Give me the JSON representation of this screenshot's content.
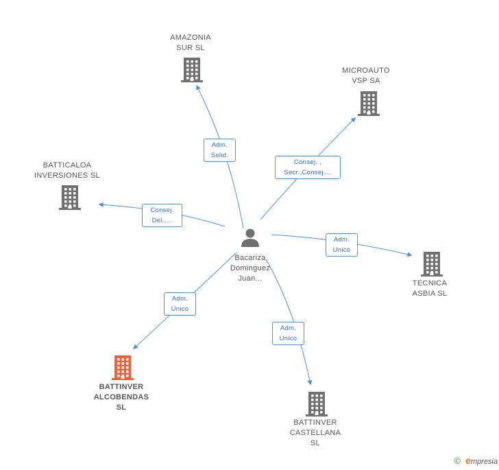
{
  "center": {
    "lines": [
      "Bacariza",
      "Dominguez",
      "Juan..."
    ]
  },
  "nodes": {
    "amazonia": {
      "lines": [
        "AMAZONIA",
        "SUR SL"
      ]
    },
    "microauto": {
      "lines": [
        "MICROAUTO",
        "VSP SA"
      ]
    },
    "batticaloa": {
      "lines": [
        "BATTICALOA",
        "INVERSIONES SL"
      ]
    },
    "tecnica": {
      "lines": [
        "TECNICA",
        "ASBIA SL"
      ]
    },
    "battinver_alcobendas": {
      "lines": [
        "BATTINVER",
        "ALCOBENDAS",
        "SL"
      ]
    },
    "battinver_castellana": {
      "lines": [
        "BATTINVER",
        "CASTELLANA",
        "SL"
      ]
    }
  },
  "edges": {
    "amazonia": {
      "lines": [
        "Adm.",
        "Solid."
      ]
    },
    "microauto": {
      "lines": [
        "Consej. ,",
        "Secr.,Consej...."
      ]
    },
    "batticaloa": {
      "lines": [
        "Consej.",
        "Del.,..."
      ]
    },
    "tecnica": {
      "lines": [
        "Adm.",
        "Unico"
      ]
    },
    "battinver_alcobendas": {
      "lines": [
        "Adm.",
        "Unico"
      ]
    },
    "battinver_castellana": {
      "lines": [
        "Adm.",
        "Unico"
      ]
    }
  },
  "footer": {
    "copyright": "©",
    "brand_initial": "e",
    "brand_rest": "mpresia"
  },
  "colors": {
    "edge": "#4a90d9",
    "building": "#707070",
    "building_highlight": "#f0603a",
    "person": "#707070"
  }
}
